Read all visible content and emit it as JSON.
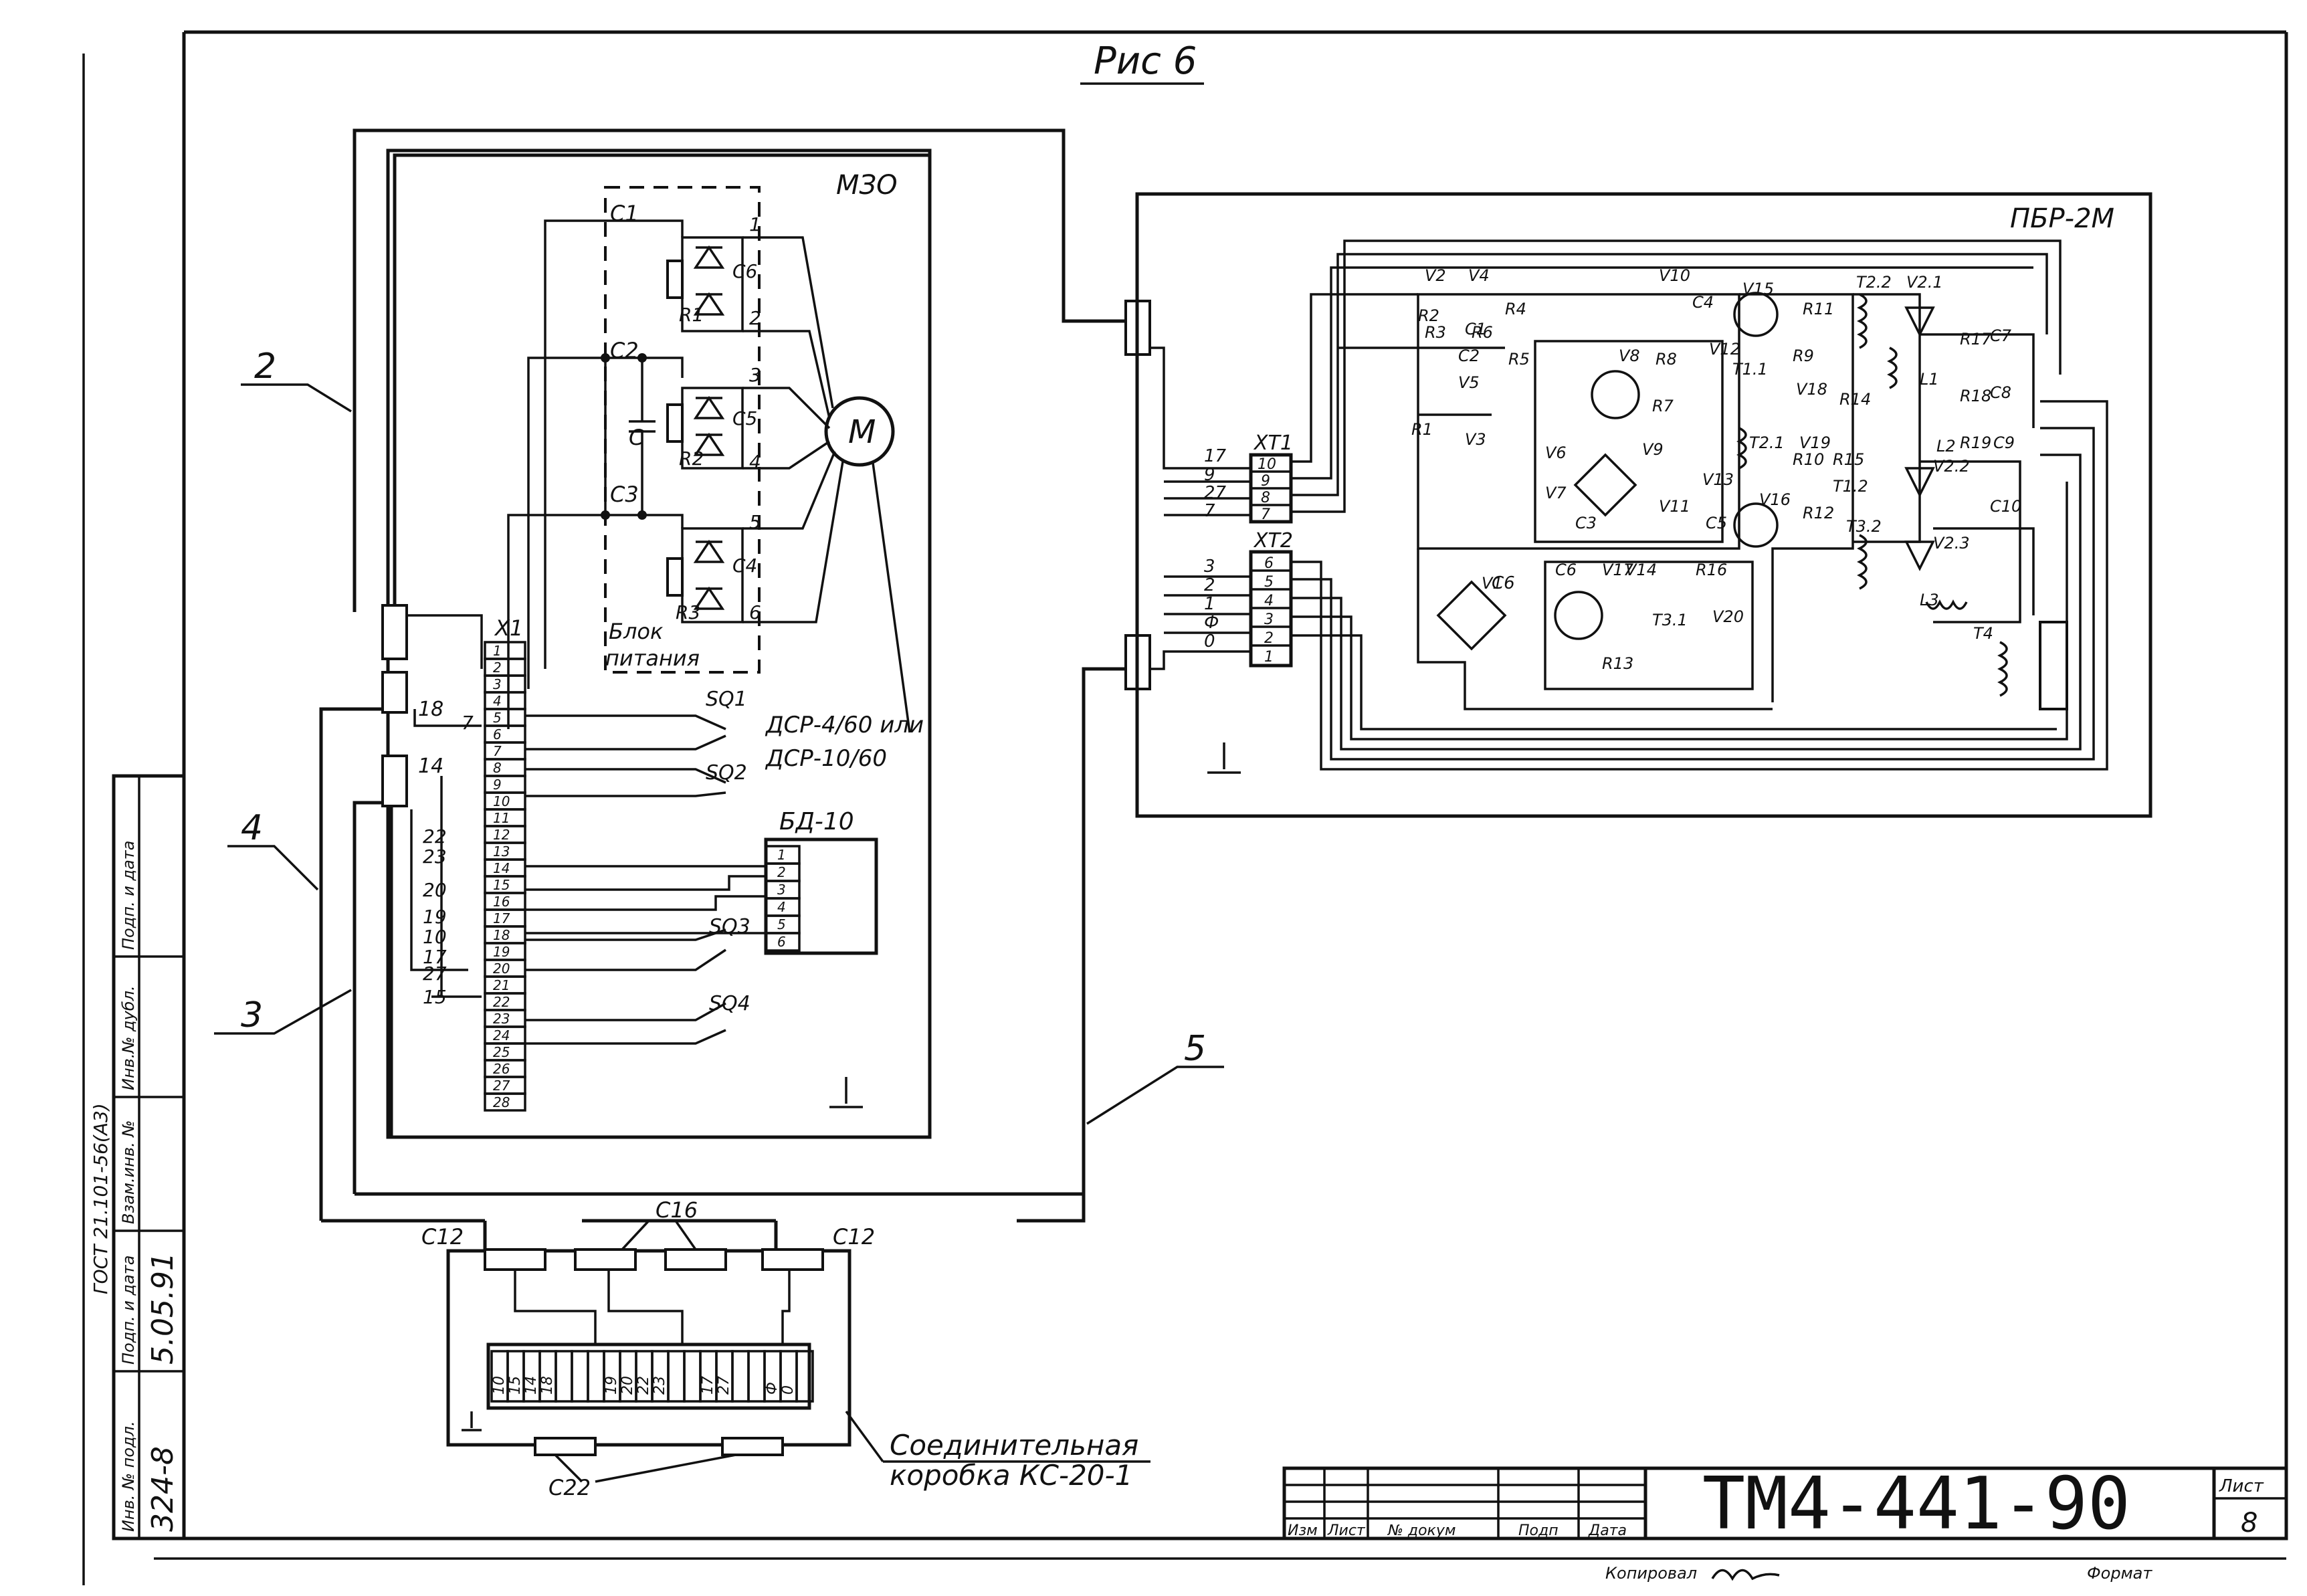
{
  "figure_title": "Рис 6",
  "meo_block": {
    "title": "МЗО",
    "motor": "М",
    "power_unit_label": [
      "Блок",
      "питания"
    ],
    "phase_labels": [
      "C1",
      "C2",
      "C3"
    ],
    "capacitor": "C",
    "resistors": [
      "R1",
      "R2",
      "R3"
    ],
    "capacitors": [
      "C6",
      "C5",
      "C4"
    ],
    "pin_labels": [
      "1",
      "2",
      "3",
      "5",
      "4",
      "6"
    ],
    "connector": "X1",
    "terminals": [
      "1",
      "2",
      "3",
      "4",
      "5",
      "6",
      "7",
      "8",
      "9",
      "10",
      "11",
      "12",
      "13",
      "14",
      "15",
      "16",
      "17",
      "18",
      "19",
      "20",
      "21",
      "22",
      "23",
      "24",
      "25",
      "26",
      "27",
      "28"
    ],
    "switches": [
      "SQ1",
      "SQ2",
      "SQ3",
      "SQ4"
    ],
    "sensor_line1": "ДСР-4/60 или",
    "sensor_line2": "ДСР-10/60",
    "bd_block": "БД-10",
    "bd_terminals": [
      "1",
      "2",
      "3",
      "4",
      "5",
      "6"
    ],
    "wire_numbers": [
      "18",
      "14",
      "7",
      "22",
      "23",
      "20",
      "19",
      "10",
      "17",
      "27",
      "15"
    ]
  },
  "pbr_block": {
    "title": "ПБР-2М",
    "connector_1": "XT1",
    "xt1_wires": [
      "17",
      "9",
      "27",
      "7"
    ],
    "xt1_pins": [
      "10",
      "9",
      "8",
      "7"
    ],
    "connector_2": "XT2",
    "xt2_wires": [
      "3",
      "2",
      "1",
      "Ф",
      "0"
    ],
    "xt2_pins": [
      "6",
      "5",
      "4",
      "3",
      "2",
      "1"
    ],
    "components": [
      "V2",
      "V4",
      "R2",
      "R4",
      "V10",
      "C4",
      "V15",
      "R11",
      "T2.2",
      "V2.1",
      "R3",
      "C1",
      "R6",
      "C2",
      "V5",
      "R5",
      "V8",
      "R8",
      "V12",
      "T1.1",
      "R9",
      "V18",
      "R14",
      "L1",
      "R17",
      "C7",
      "R18",
      "C8",
      "R1",
      "V3",
      "V6",
      "V7",
      "C3",
      "V9",
      "R7",
      "T2.1",
      "V19",
      "R10",
      "R15",
      "T1.2",
      "L2",
      "V2.2",
      "R19",
      "C9",
      "V13",
      "V11",
      "C5",
      "V16",
      "R12",
      "T3.2",
      "V2.3",
      "C10",
      "C6",
      "V17",
      "V14",
      "R16",
      "V1",
      "T3.1",
      "V20",
      "R13",
      "L3",
      "T4"
    ]
  },
  "junction_box": {
    "label_line1": "Соединительная",
    "label_line2": "коробка КС-20-1",
    "glands": [
      "С12",
      "С16",
      "С12"
    ],
    "gland_bottom": "С22",
    "terminals": [
      "10",
      "15",
      "14",
      "18",
      "19",
      "20",
      "22",
      "23",
      "17",
      "27",
      "Ф",
      "0"
    ]
  },
  "callouts": [
    "2",
    "4",
    "3",
    "5"
  ],
  "title_block": {
    "designation": "ТМ4-441-90",
    "sheet_label": "Лист",
    "sheet_number": "8",
    "columns": [
      "Изм",
      "Лист",
      "№ докум",
      "Подп",
      "Дата"
    ],
    "copied_label": "Копировал",
    "format_label": "Формат"
  },
  "side_stamp": {
    "doc_code": "ГОСТ 21.101-56(А3)",
    "inv_number": "324-8",
    "date": "5.05.91",
    "fields": [
      "Подп. и дата",
      "Инв.№ дубл.",
      "Взам.инв. №",
      "Подп. и дата",
      "Инв. № подл."
    ]
  }
}
